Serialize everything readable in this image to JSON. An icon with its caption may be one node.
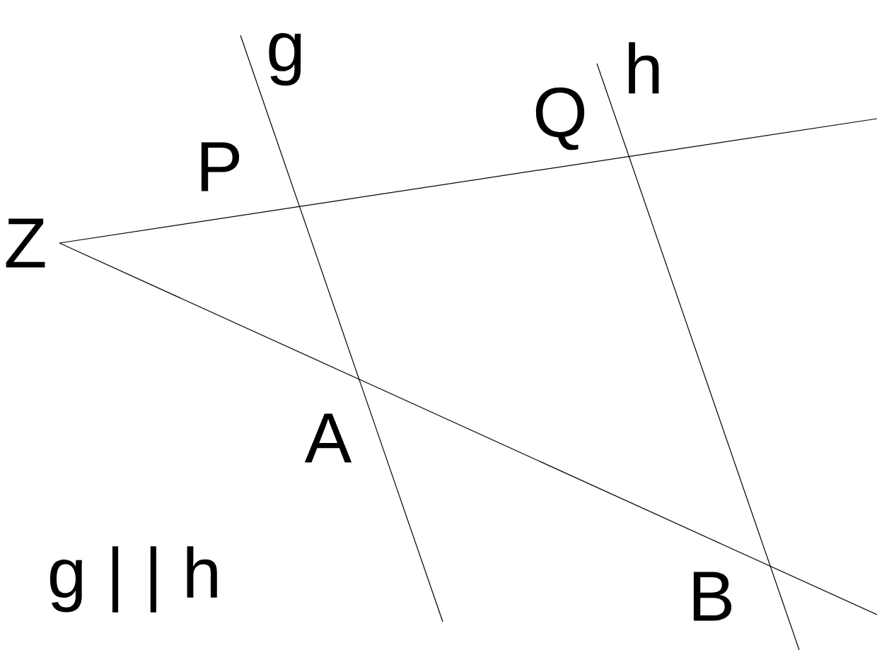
{
  "diagram": {
    "labels": [
      "g",
      "h",
      "P",
      "Q",
      "Z",
      "A",
      "B",
      "g | | h"
    ]
  }
}
